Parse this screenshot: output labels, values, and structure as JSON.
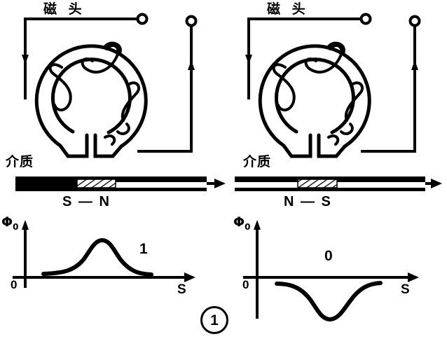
{
  "figure": {
    "number_label": "1",
    "panels": [
      {
        "id": "left",
        "head_label": "磁 头",
        "medium_label": "介质",
        "polarity_label": "S — N",
        "flux_axis_label": "Φ",
        "flux_axis_subscript": "0",
        "origin_label": "0",
        "x_axis_label": "S",
        "bit_label": "1",
        "pulse_direction": "positive"
      },
      {
        "id": "right",
        "head_label": "磁 头",
        "medium_label": "介质",
        "polarity_label": "N — S",
        "flux_axis_label": "Φ",
        "flux_axis_subscript": "0",
        "origin_label": "0",
        "x_axis_label": "S",
        "bit_label": "0",
        "pulse_direction": "negative"
      }
    ]
  },
  "style": {
    "ink": "#000000",
    "paper": "#ffffff"
  }
}
